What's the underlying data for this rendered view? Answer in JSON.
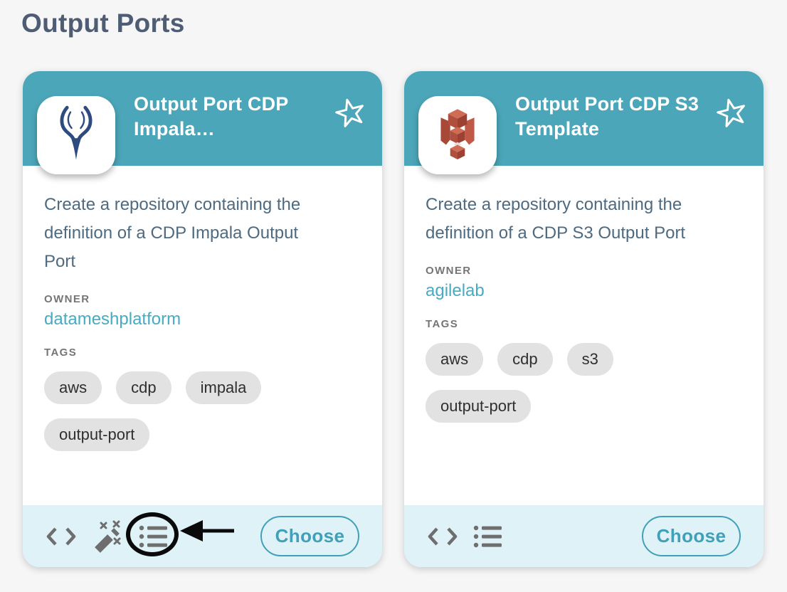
{
  "page": {
    "heading": "Output Ports"
  },
  "theme": {
    "background": "#f6f6f6",
    "heading_text": "#4e5d73",
    "card_header_teal": "#4ba6b9",
    "card_footer_blue": "#dff2f8",
    "accent_teal": "#3fa0b8",
    "owner_link_teal": "#46abc3",
    "body_text_slate": "#4e6a80",
    "label_gray": "#757575",
    "chip_background": "#e2e2e2",
    "icon_gray": "#6e6e6e",
    "impala_logo_blue": "#2d4b7e",
    "s3_logo_red": "#b14f3e",
    "annotation_black": "#0a0a0a"
  },
  "cards": [
    {
      "title": "Output Port CDP Impala…",
      "logo": "impala-logo-icon",
      "description": "Create a repository containing the definition of a CDP Impala Output Port",
      "owner_label": "OWNER",
      "owner": "datameshplatform",
      "tags_label": "TAGS",
      "tags": [
        "aws",
        "cdp",
        "impala",
        "output-port"
      ],
      "footer_icons": [
        "code-icon",
        "magic-wand-icon",
        "list-icon"
      ],
      "choose_label": "Choose",
      "annotation": "black ellipse around list icon with arrow pointing at it"
    },
    {
      "title": "Output Port CDP S3 Template",
      "logo": "s3-logo-icon",
      "description": "Create a repository containing the definition of a CDP S3 Output Port",
      "owner_label": "OWNER",
      "owner": "agilelab",
      "tags_label": "TAGS",
      "tags": [
        "aws",
        "cdp",
        "s3",
        "output-port"
      ],
      "footer_icons": [
        "code-icon",
        "list-icon"
      ],
      "choose_label": "Choose",
      "annotation": null
    }
  ]
}
